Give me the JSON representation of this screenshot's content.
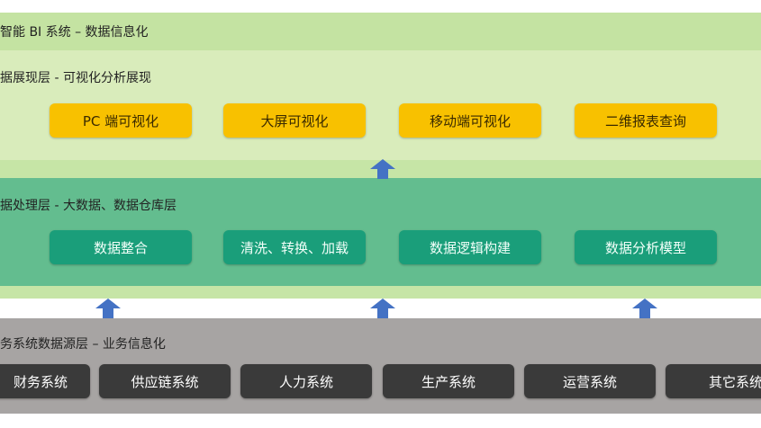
{
  "colors": {
    "top_band": "#c4e3a2",
    "presentation_band": "#d9ecbb",
    "gap_band": "#c6e5a6",
    "processing_band": "#63bd8f",
    "source_band": "#a7a4a3",
    "yellow_box": "#f8c100",
    "teal_box": "#1a9e7a",
    "dark_box": "#3a3a3a",
    "arrow": "#4472c4"
  },
  "top": {
    "title": "智能 BI 系统 – 数据信息化"
  },
  "presentation": {
    "title": "据展现层 - 可视化分析展现",
    "items": [
      "PC 端可视化",
      "大屏可视化",
      "移动端可视化",
      "二维报表查询"
    ]
  },
  "processing": {
    "title": "据处理层 - 大数据、数据仓库层",
    "items": [
      "数据整合",
      "清洗、转换、加载",
      "数据逻辑构建",
      "数据分析模型"
    ]
  },
  "source": {
    "title": "务系统数据源层 – 业务信息化",
    "items": [
      "财务系统",
      "供应链系统",
      "人力系统",
      "生产系统",
      "运营系统",
      "其它系统"
    ]
  },
  "icons": {
    "flow_arrow": "up-arrow-icon"
  }
}
